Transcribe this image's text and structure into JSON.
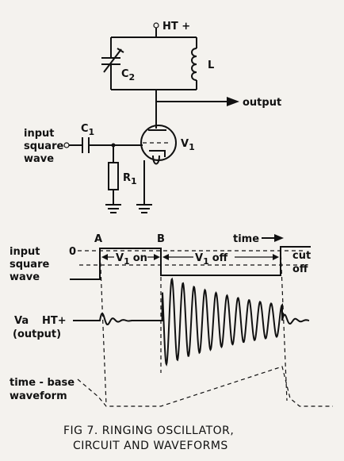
{
  "circuit": {
    "ht_plus": "HT +",
    "inductor": "L",
    "capacitor_c2": "C",
    "capacitor_c2_sub": "2",
    "output": "output",
    "input_line1": "input",
    "input_line2": "square",
    "input_line3": "wave",
    "capacitor_c1": "C",
    "capacitor_c1_sub": "1",
    "valve": "V",
    "valve_sub": "1",
    "resistor": "R",
    "resistor_sub": "1"
  },
  "waveforms": {
    "point_a": "A",
    "point_b": "B",
    "time": "time",
    "zero": "0",
    "v1_on": "V",
    "v1_on_sub": "1",
    "v1_on_word": "on",
    "v1_off": "V",
    "v1_off_sub": "1",
    "v1_off_word": "off",
    "cut": "cut",
    "off": "off",
    "input_line1": "input",
    "input_line2": "square",
    "input_line3": "wave",
    "va": "Va",
    "ht_plus": "HT+",
    "output_paren": "(output)",
    "timebase_line1": "time - base",
    "timebase_line2": "waveform"
  },
  "caption": {
    "line1": "FIG 7.  RINGING OSCILLATOR,",
    "line2": "CIRCUIT AND WAVEFORMS"
  }
}
